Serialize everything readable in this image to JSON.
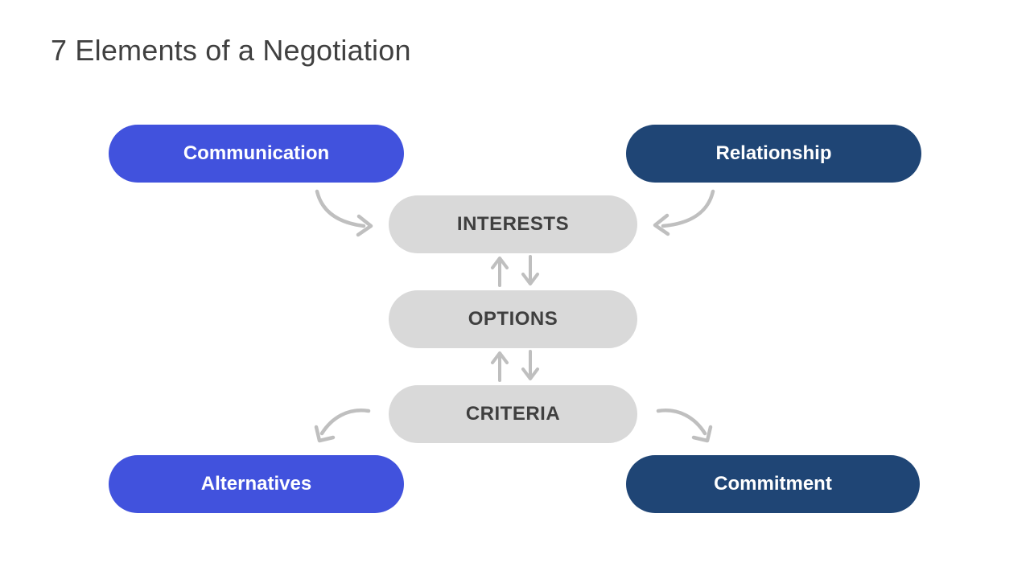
{
  "slide": {
    "title": "7 Elements of a Negotiation",
    "background": "#FFFFFF"
  },
  "colors": {
    "primary_blue": "#4152DD",
    "dark_navy": "#1F4575",
    "pill_gray": "#D9D9D9",
    "arrow_gray": "#BFBFBF",
    "title_text": "#404040",
    "pill_text_dark": "#3F3F3F",
    "pill_text_light": "#FFFFFF"
  },
  "diagram": {
    "nodes": [
      {
        "id": "communication",
        "label": "Communication",
        "style": "blue"
      },
      {
        "id": "relationship",
        "label": "Relationship",
        "style": "navy"
      },
      {
        "id": "interests",
        "label": "INTERESTS",
        "style": "gray"
      },
      {
        "id": "options",
        "label": "OPTIONS",
        "style": "gray"
      },
      {
        "id": "criteria",
        "label": "CRITERIA",
        "style": "gray"
      },
      {
        "id": "alternatives",
        "label": "Alternatives",
        "style": "blue"
      },
      {
        "id": "commitment",
        "label": "Commitment",
        "style": "navy"
      }
    ],
    "edges": [
      {
        "from": "communication",
        "to": "interests",
        "type": "curved-arrow"
      },
      {
        "from": "relationship",
        "to": "interests",
        "type": "curved-arrow"
      },
      {
        "from": "interests",
        "to": "options",
        "type": "bidirectional-arrows"
      },
      {
        "from": "options",
        "to": "criteria",
        "type": "bidirectional-arrows"
      },
      {
        "from": "criteria",
        "to": "alternatives",
        "type": "curved-arrow"
      },
      {
        "from": "criteria",
        "to": "commitment",
        "type": "curved-arrow"
      }
    ]
  }
}
